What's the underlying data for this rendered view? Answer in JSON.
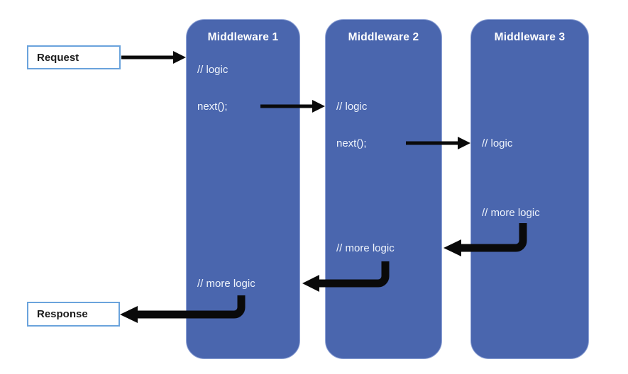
{
  "io": {
    "request_label": "Request",
    "response_label": "Response"
  },
  "middlewares": [
    {
      "title": "Middleware 1",
      "lines": {
        "logic": "// logic",
        "next": "next();",
        "more_logic": "// more logic"
      }
    },
    {
      "title": "Middleware 2",
      "lines": {
        "logic": "// logic",
        "next": "next();",
        "more_logic": "// more logic"
      }
    },
    {
      "title": "Middleware 3",
      "lines": {
        "logic": "// logic",
        "more_logic": "// more logic"
      }
    }
  ],
  "colors": {
    "box_fill": "#4a66ae",
    "box_border": "#8fa3d6",
    "box_text": "#eef3fb",
    "io_border": "#6aa3dc",
    "io_fill": "#ffffff",
    "io_text": "#1b1b1b",
    "arrow": "#0a0a0a",
    "background": "#ffffff"
  }
}
